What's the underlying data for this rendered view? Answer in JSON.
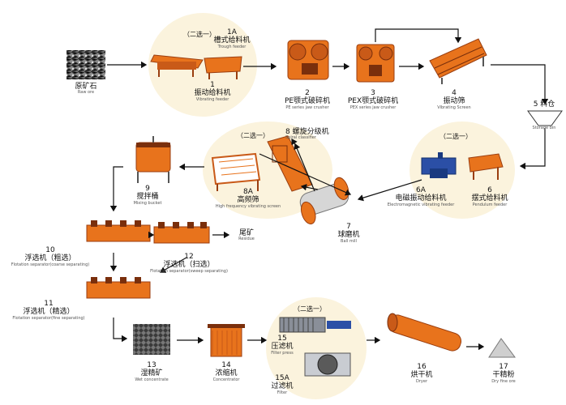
{
  "choose_one": "（二选一）",
  "nodes": {
    "raw": {
      "num": "",
      "zh": "原矿石",
      "en": "Raw ore"
    },
    "n1a": {
      "num": "1A",
      "zh": "槽式给料机",
      "en": "Trough feeder"
    },
    "n1": {
      "num": "1",
      "zh": "振动给料机",
      "en": "Vibrating feeder"
    },
    "n2": {
      "num": "2",
      "zh": "PE颚式破碎机",
      "en": "PE series jaw crusher"
    },
    "n3": {
      "num": "3",
      "zh": "PEX颚式破碎机",
      "en": "PEX series jaw crusher"
    },
    "n4": {
      "num": "4",
      "zh": "振动筛",
      "en": "Vibrating Screen"
    },
    "n5": {
      "num": "5",
      "zh": "料仓",
      "en": "Storage bin"
    },
    "n6": {
      "num": "6",
      "zh": "摆式给料机",
      "en": "Pendulum feeder"
    },
    "n6a": {
      "num": "6A",
      "zh": "电磁振动给料机",
      "en": "Electromagnetic vibrating feeder"
    },
    "n7": {
      "num": "7",
      "zh": "球磨机",
      "en": "Ball mill"
    },
    "n8": {
      "num": "8",
      "zh": "螺旋分级机",
      "en": "Spiral classifier"
    },
    "n8a": {
      "num": "8A",
      "zh": "高频筛",
      "en": "High frequency vibrating screen"
    },
    "n9": {
      "num": "9",
      "zh": "搅拌桶",
      "en": "Mixing bucket"
    },
    "n10": {
      "num": "10",
      "zh": "浮选机（粗选）",
      "en": "Flotation separator(coarse separating)"
    },
    "tail": {
      "num": "",
      "zh": "尾矿",
      "en": "Residue"
    },
    "n12": {
      "num": "12",
      "zh": "浮选机（扫选）",
      "en": "Flotation separator(sweep separating)"
    },
    "n11": {
      "num": "11",
      "zh": "浮选机（精选）",
      "en": "Flotation separator(fine separating)"
    },
    "n13": {
      "num": "13",
      "zh": "湿精矿",
      "en": "Wet concentrate"
    },
    "n14": {
      "num": "14",
      "zh": "浓缩机",
      "en": "Concentrator"
    },
    "n15": {
      "num": "15",
      "zh": "压滤机",
      "en": "Filter press"
    },
    "n15a": {
      "num": "15A",
      "zh": "过滤机",
      "en": "Filter"
    },
    "n16": {
      "num": "16",
      "zh": "烘干机",
      "en": "Dryer"
    },
    "n17": {
      "num": "17",
      "zh": "干精粉",
      "en": "Dry fine ore"
    }
  },
  "colors": {
    "machine": "#e8731c",
    "machine_dark": "#b9501a",
    "bubble": "#fbf3dd",
    "arrow": "#111111",
    "ore": "#6b6b6b"
  }
}
